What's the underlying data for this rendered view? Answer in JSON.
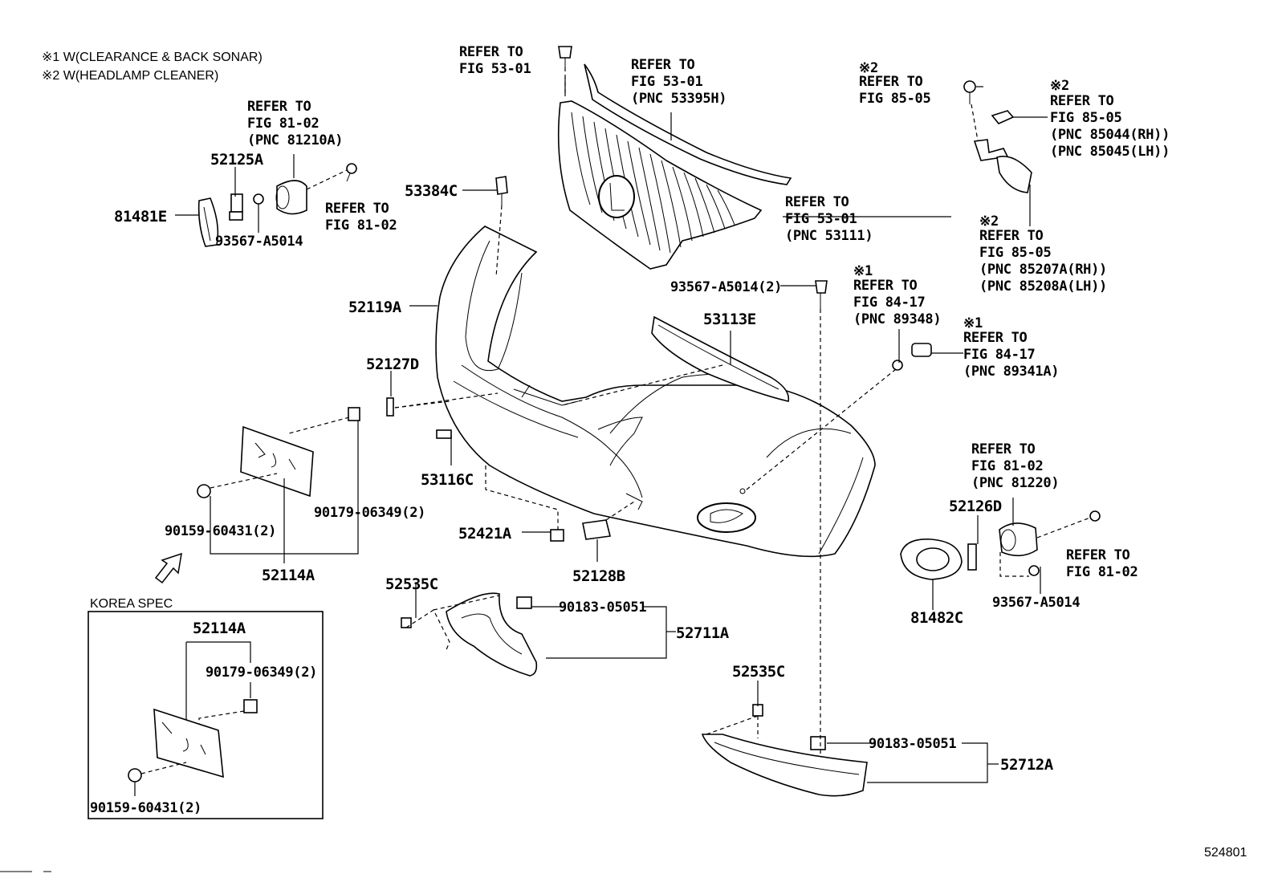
{
  "notes": [
    "※1 W(CLEARANCE & BACK SONAR)",
    "※2 W(HEADLAMP CLEANER)"
  ],
  "figure_number": "524801",
  "inset": {
    "title": "KOREA SPEC"
  },
  "parts": {
    "p52125A": "52125A",
    "p81481E": "81481E",
    "p93567A_left": "93567-A5014",
    "p53384C": "53384C",
    "p52119A": "52119A",
    "p52127D": "52127D",
    "p53116C": "53116C",
    "p90159_main": "90159-60431(2)",
    "p90179_main": "90179-06349(2)",
    "p52114A_main": "52114A",
    "p52421A": "52421A",
    "p52128B": "52128B",
    "p53113E": "53113E",
    "p93567A_2": "93567-A5014(2)",
    "p52535C_left": "52535C",
    "p90183_left": "90183-05051",
    "p52711A": "52711A",
    "p52535C_right": "52535C",
    "p90183_right": "90183-05051",
    "p52712A": "52712A",
    "p52126D": "52126D",
    "p81482C": "81482C",
    "p93567A_right": "93567-A5014",
    "p52114A_inset": "52114A",
    "p90179_inset": "90179-06349(2)",
    "p90159_inset": "90159-60431(2)"
  },
  "refs": {
    "r_fig53_top": [
      "REFER TO",
      "FIG 53-01"
    ],
    "r_fig53_53395H": [
      "REFER TO",
      "FIG 53-01",
      "(PNC 53395H)"
    ],
    "r_fig81_81210A": [
      "REFER TO",
      "FIG 81-02",
      "(PNC 81210A)"
    ],
    "r_fig81_left": [
      "REFER TO",
      "FIG 81-02"
    ],
    "r_fig53_53111": [
      "REFER TO",
      "FIG 53-01",
      "(PNC 53111)"
    ],
    "r_fig85_top": [
      "※2",
      "REFER TO",
      "FIG 85-05"
    ],
    "r_fig85_85044": [
      "※2",
      "REFER TO",
      "FIG 85-05",
      "(PNC 85044(RH))",
      "(PNC 85045(LH))"
    ],
    "r_fig85_85207A": [
      "※2",
      "REFER TO",
      "FIG 85-05",
      "(PNC 85207A(RH))",
      "(PNC 85208A(LH))"
    ],
    "r_fig84_89348": [
      "※1",
      "REFER TO",
      "FIG 84-17",
      "(PNC 89348)"
    ],
    "r_fig84_89341A": [
      "※1",
      "REFER TO",
      "FIG 84-17",
      "(PNC 89341A)"
    ],
    "r_fig81_81220": [
      "REFER TO",
      "FIG 81-02",
      "(PNC 81220)"
    ],
    "r_fig81_right": [
      "REFER TO",
      "FIG 81-02"
    ]
  }
}
